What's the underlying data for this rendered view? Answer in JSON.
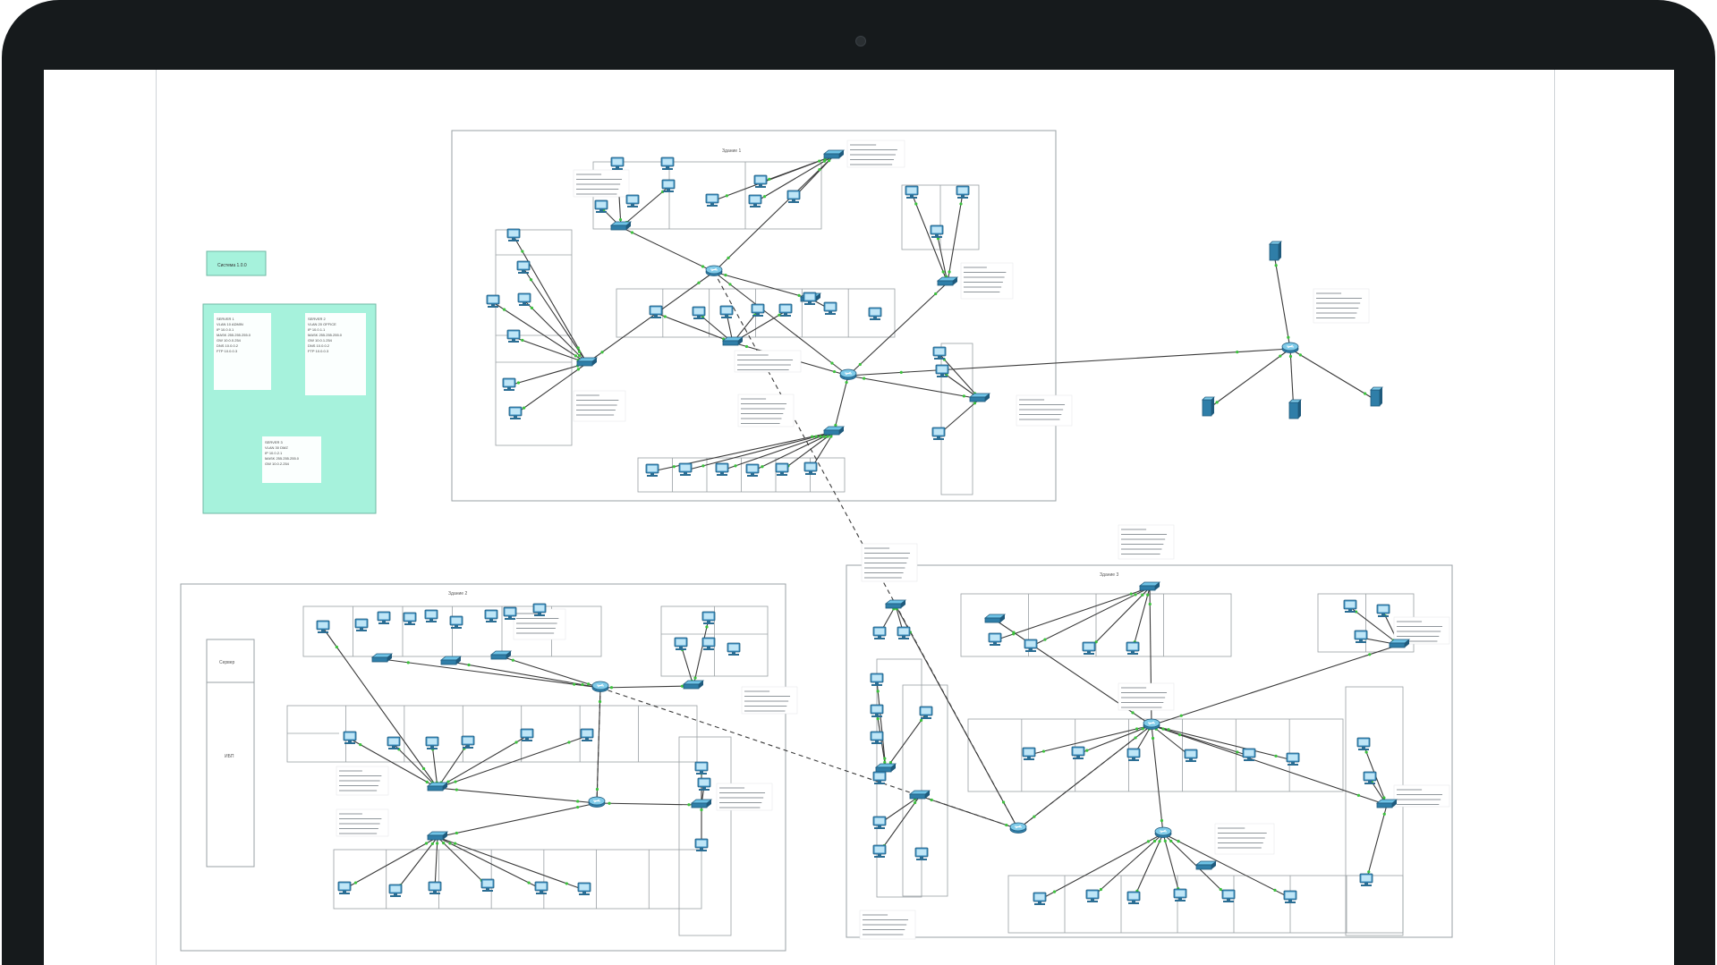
{
  "workspace": {
    "legend_label": "Система 1.0.0",
    "legend_panel": {
      "notes": [
        [
          "SERVER 1",
          "VLAN 10 ADMIN",
          "IP 10.0.0.1",
          "MASK 255.255.255.0",
          "GW 10.0.0.254",
          "DNS 10.0.0.2",
          "FTP 10.0.0.3"
        ],
        [
          "SERVER 2",
          "VLAN 20 OFFICE",
          "IP 10.0.1.1",
          "MASK 255.255.255.0",
          "GW 10.0.1.254",
          "DNS 10.0.0.2",
          "FTP 10.0.0.3"
        ],
        [
          "SERVER 3",
          "VLAN 30 DMZ",
          "IP 10.0.2.1",
          "MASK 255.255.255.0",
          "GW 10.0.2.254"
        ]
      ]
    },
    "areas": [
      {
        "id": "a",
        "label": "Здание 1"
      },
      {
        "id": "b",
        "label": "Здание 2"
      },
      {
        "id": "c",
        "label": "Здание 3"
      }
    ],
    "side_rack": {
      "top_label": "Сервер",
      "bottom_label": "ИБП"
    }
  },
  "colors": {
    "bezel": "#161a1c",
    "legend_fill": "#a6f2dc",
    "link": "#3a3a3a",
    "port_up": "#3cc23c",
    "device_blue": "#2f7ea8"
  }
}
